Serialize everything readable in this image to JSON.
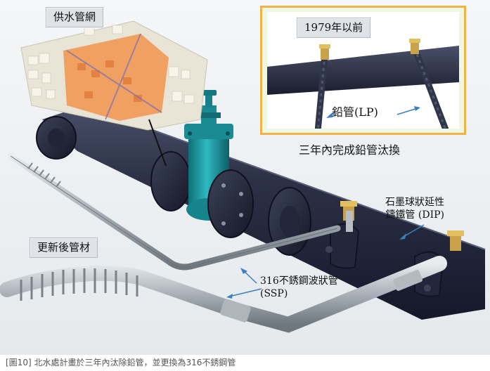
{
  "labels": {
    "water_network": "供水管網",
    "year_before": "1979年以前",
    "lead_pipe": "鉛管(LP)",
    "replace_plan": "三年內完成鉛管汰換",
    "new_material": "更新後管材",
    "dip_line1": "石墨球狀延性",
    "dip_line2": "鑄鐵管 (DIP)",
    "ssp_line1": "316不銹鋼波狀管",
    "ssp_line2": "(SSP)"
  },
  "caption": "[圖10] 北水處計畫於三年內汰除鉛管，並更換為316不銹鋼管",
  "colors": {
    "main_pipe": "#2a2f45",
    "valve_teal": "#1e9aa3",
    "inset_border": "#f0b34a",
    "inset_bg": "#eef7df",
    "stainless": "#b9c0c6",
    "arrow_blue": "#3a7fc0",
    "city_orange": "#f0a060"
  }
}
